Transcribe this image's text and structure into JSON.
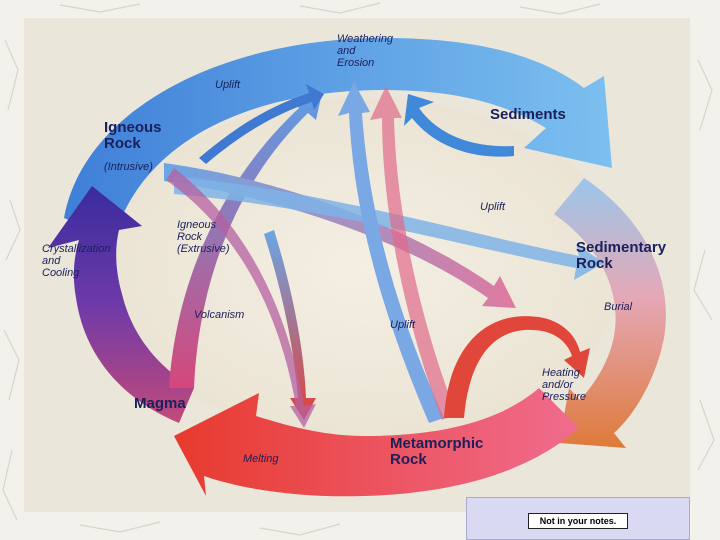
{
  "diagram": {
    "labels": {
      "weathering": "Weathering\nand\nErosion",
      "uplift_top": "Uplift",
      "igneous_rock": "Igneous\nRock",
      "intrusive": "(Intrusive)",
      "sediments": "Sediments",
      "uplift_right": "Uplift",
      "crystallization": "Crystallization\nand\nCooling",
      "igneous_extrusive": "Igneous\nRock\n(Extrusive)",
      "sedimentary_rock": "Sedimentary\nRock",
      "burial": "Burial",
      "volcanism": "Volcanism",
      "uplift_center": "Uplift",
      "heating_pressure": "Heating\nand/or\nPressure",
      "magma": "Magma",
      "melting": "Melting",
      "metamorphic_rock": "Metamorphic\nRock"
    },
    "colors": {
      "blue": "#3f8fe0",
      "light_blue": "#8cc3ee",
      "purple": "#4a2a9a",
      "red": "#e8413a",
      "pink": "#e98aa0",
      "orange": "#de7a3a"
    }
  },
  "note": "Not in your notes."
}
